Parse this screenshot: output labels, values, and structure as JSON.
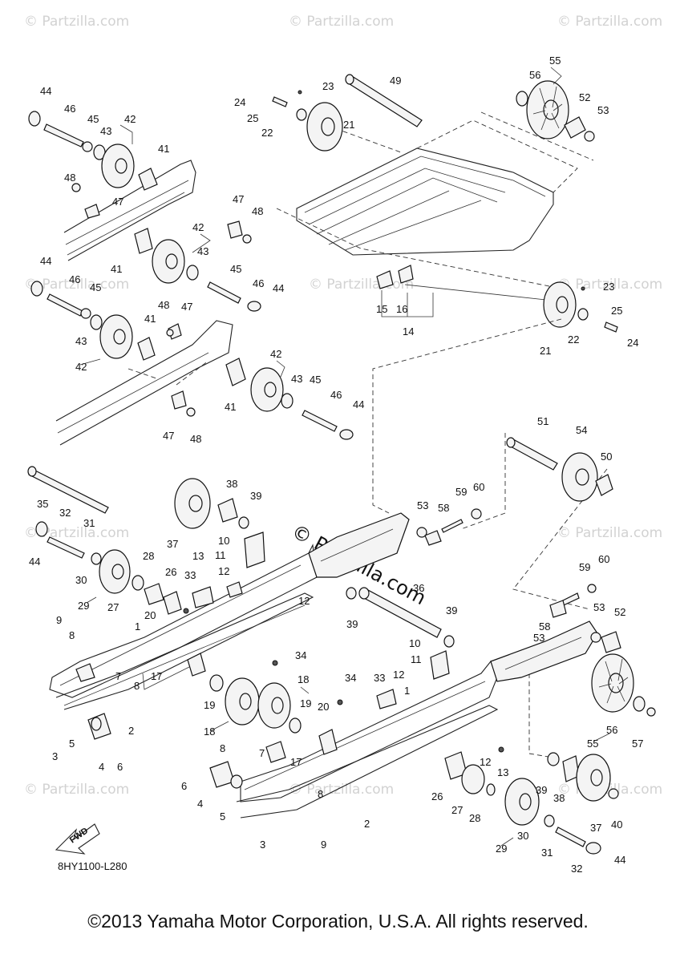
{
  "watermark": {
    "small": "© Partzilla.com",
    "large": "© Partzilla.com"
  },
  "diagram_code": "8HY1100-L280",
  "fwd_label": "FWD",
  "copyright": "©2013 Yamaha Motor Corporation, U.S.A. All rights reserved.",
  "callouts": [
    "1",
    "2",
    "3",
    "4",
    "5",
    "6",
    "7",
    "8",
    "9",
    "10",
    "11",
    "12",
    "13",
    "14",
    "15",
    "16",
    "17",
    "18",
    "19",
    "20",
    "21",
    "22",
    "23",
    "24",
    "25",
    "26",
    "27",
    "28",
    "29",
    "30",
    "31",
    "32",
    "33",
    "34",
    "35",
    "36",
    "37",
    "38",
    "39",
    "40",
    "41",
    "42",
    "43",
    "44",
    "45",
    "46",
    "47",
    "48",
    "49",
    "50",
    "51",
    "52",
    "53",
    "54",
    "55",
    "56",
    "57",
    "58",
    "59",
    "60"
  ]
}
